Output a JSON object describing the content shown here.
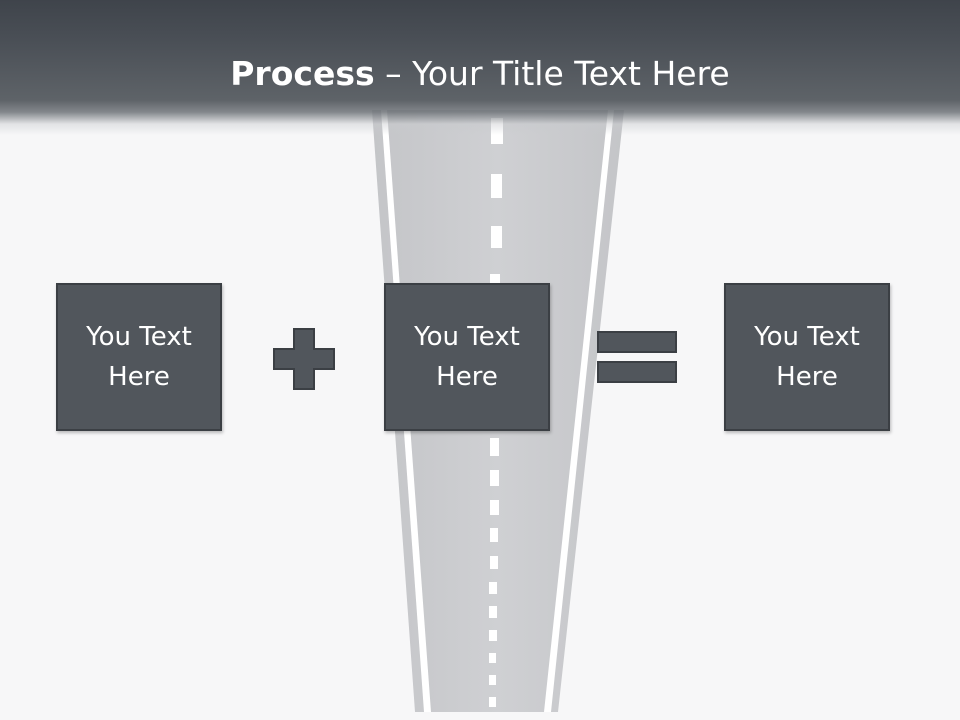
{
  "slide": {
    "title": {
      "bold": "Process",
      "rest": " – Your Title Text Here"
    },
    "boxes": [
      {
        "text": "You Text Here"
      },
      {
        "text": "You Text Here"
      },
      {
        "text": "You Text Here"
      }
    ],
    "operators": {
      "first": "plus-sign",
      "second": "equals-sign"
    }
  },
  "colors": {
    "header_dark": "#3f444b",
    "box_fill": "#51565c",
    "box_border": "#3b3f44",
    "road": "#c9cacd",
    "background": "#f7f7f8"
  }
}
